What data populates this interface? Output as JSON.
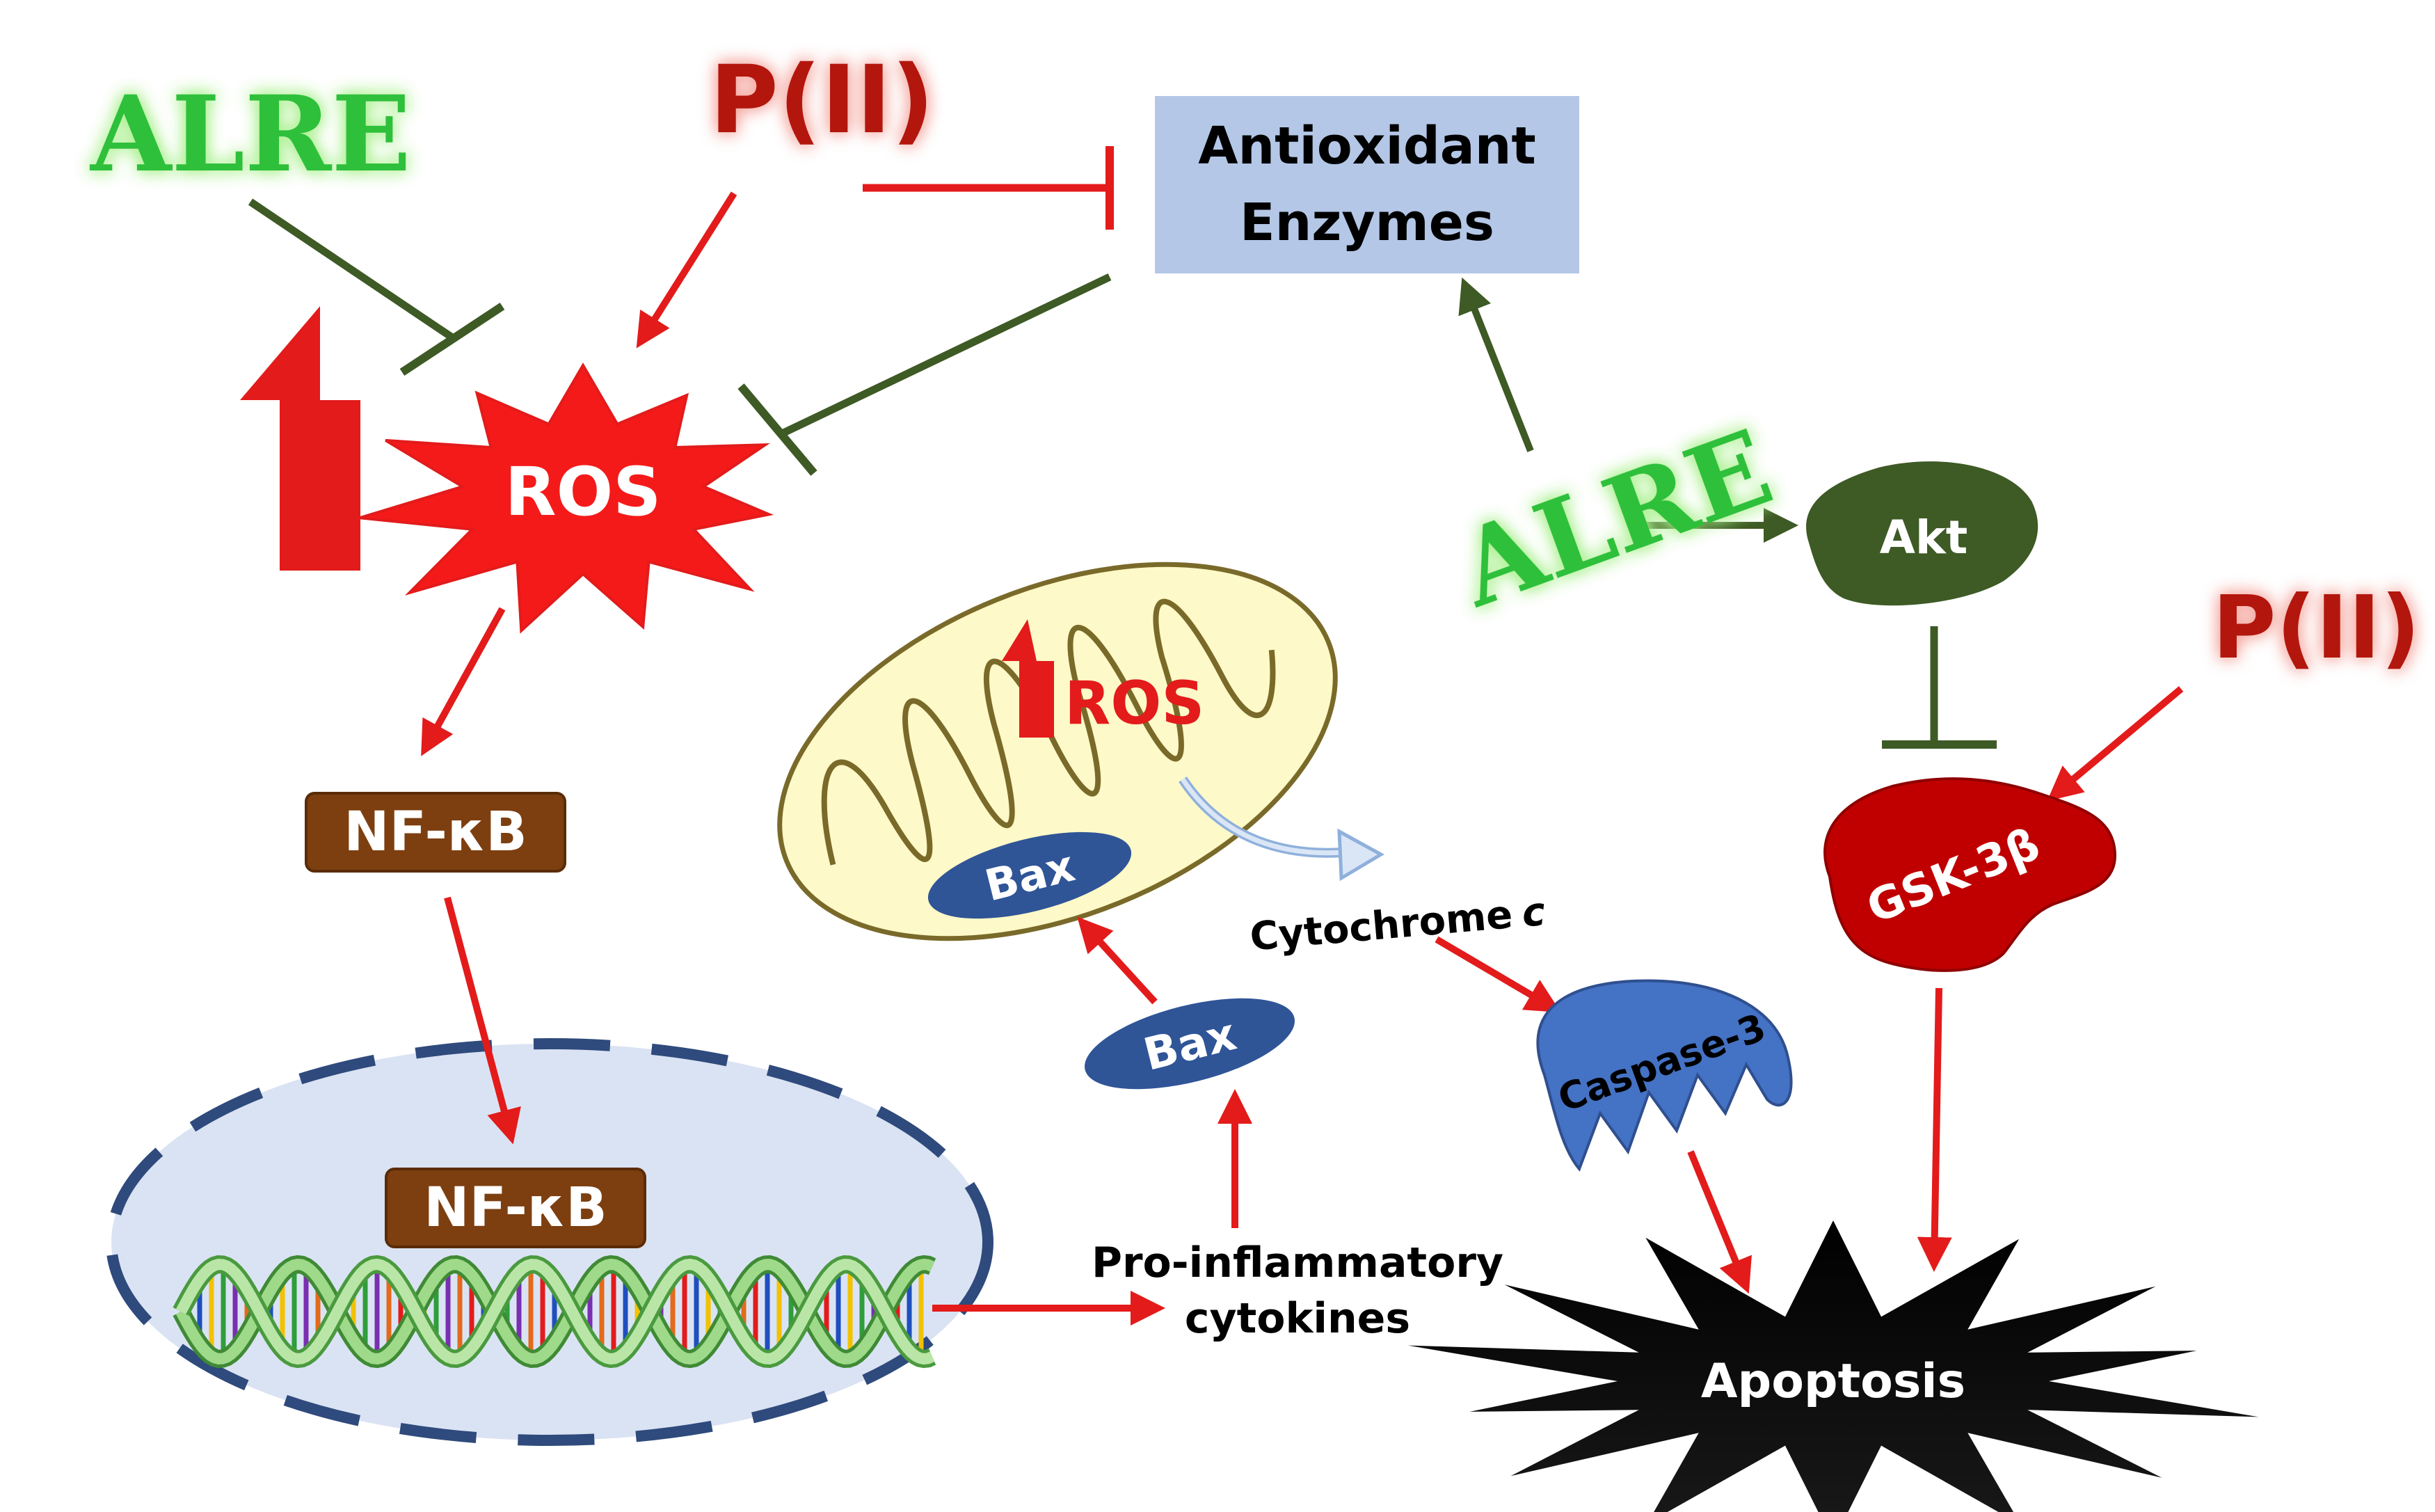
{
  "labels": {
    "alre_top": "ALRE",
    "alre_right": "ALRE",
    "p2_top": "P(II)",
    "p2_right": "P(II)",
    "antioxidant_line1": "Antioxidant",
    "antioxidant_line2": "Enzymes",
    "ros_main": "ROS",
    "ros_mito": "ROS",
    "nfkb_cyto": "NF-κB",
    "nfkb_nuc": "NF-κB",
    "bax_mito": "Bax",
    "bax_free": "Bax",
    "cytochrome": "Cytochrome",
    "cytochrome_c": "c",
    "caspase": "Caspase-3",
    "akt": "Akt",
    "gsk": "GSK-3β",
    "proinflam_line1": "Pro-inflammatory",
    "proinflam_line2": "cytokines",
    "apoptosis": "Apoptosis"
  },
  "colors": {
    "stimulate_red": "#e31b1b",
    "inhibit_green": "#3e5a25",
    "alre_green": "#2fc03b",
    "p2_red": "#b3170d",
    "antioxidant_box": "#b4c7e7",
    "nfkb_brown": "#7d3f10",
    "bax_blue": "#2f5597",
    "caspase_blue": "#4472c4",
    "akt_green": "#3e5a25",
    "gsk_red": "#c00000",
    "mito_fill": "#fef9c8",
    "nucleus_fill": "#dae3f3",
    "nucleus_border": "#2f4a7c"
  }
}
